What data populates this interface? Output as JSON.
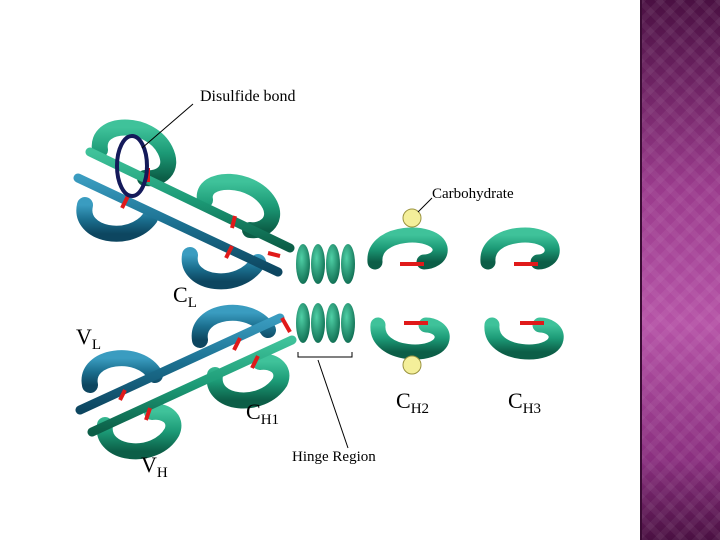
{
  "labels": {
    "disulfide_bond": "Disulfide bond",
    "carbohydrate": "Carbohydrate",
    "hinge_region": "Hinge Region",
    "cl_main": "C",
    "cl_sub": "L",
    "vl_main": "V",
    "vl_sub": "L",
    "ch1_main": "C",
    "ch1_sub": "H1",
    "vh_main": "V",
    "vh_sub": "H",
    "ch2_main": "C",
    "ch2_sub": "H2",
    "ch3_main": "C",
    "ch3_sub": "H3"
  },
  "colors": {
    "heavy_chain": "#1f9a78",
    "light_chain": "#1b6f8f",
    "disulfide": "#e01a1a",
    "carbohydrate": "#f4ef9a",
    "highlight_ring": "#141a5a",
    "background": "#ffffff",
    "sidebar": "#9a3a8c"
  }
}
